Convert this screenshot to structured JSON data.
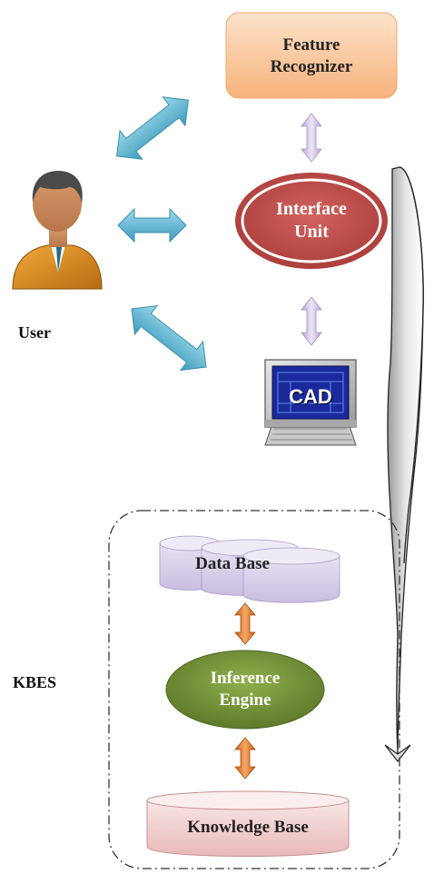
{
  "nodes": {
    "feature_recognizer": {
      "line1": "Feature",
      "line2": "Recognizer"
    },
    "interface_unit": {
      "line1": "Interface",
      "line2": "Unit"
    },
    "cad": {
      "label": "CAD"
    },
    "user": {
      "label": "User"
    },
    "kbes": {
      "label": "KBES"
    },
    "data_base": {
      "label": "Data Base"
    },
    "inference_engine": {
      "line1": "Inference",
      "line2": "Engine"
    },
    "knowledge_base": {
      "label": "Knowledge Base"
    }
  },
  "colors": {
    "feature_recognizer_fill": "#f9c89b",
    "interface_unit_fill": "#c0504d",
    "inference_engine_fill": "#77933c",
    "data_base_fill": "#d9d2e9",
    "knowledge_base_fill": "#f2d4d4",
    "user_arrow_fill": "#5fb6d0",
    "violet_arrow_fill": "#c8b8e0",
    "orange_arrow_fill": "#e07b30",
    "cad_screen": "#1a2a9c"
  },
  "icons": {
    "user": "user-person-icon",
    "cad": "cad-computer-icon"
  }
}
